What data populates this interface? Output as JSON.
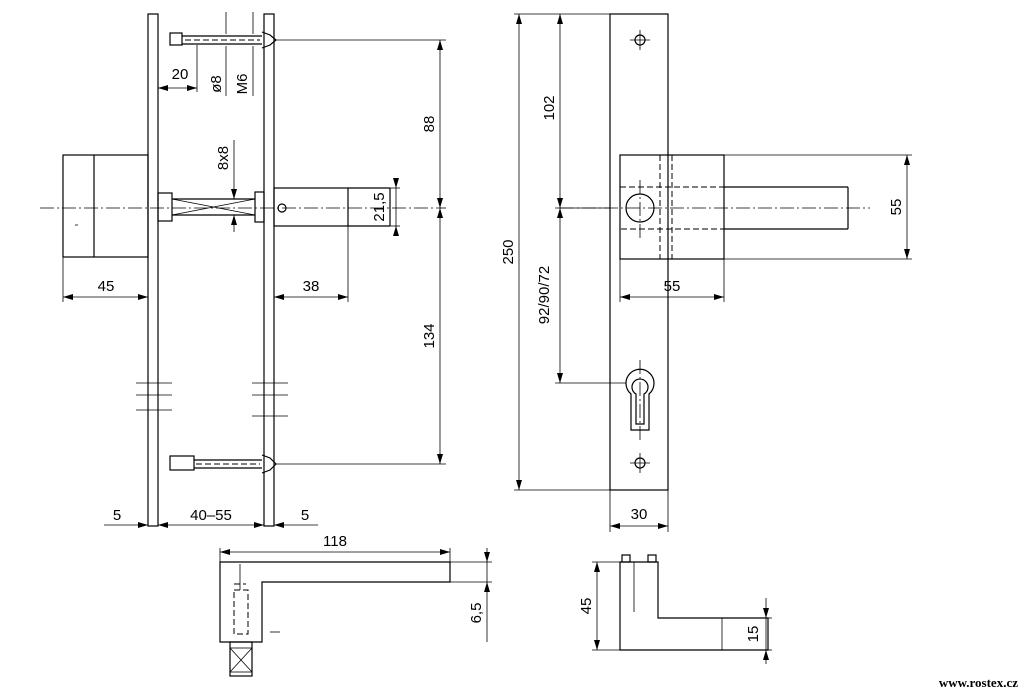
{
  "drawing": {
    "dimensions": {
      "screw_offset": "20",
      "screw_diameter": "ø8",
      "screw_thread": "M6",
      "spindle": "8x8",
      "upper_screw_distance": "88",
      "lower_screw_distance": "134",
      "rose_height": "21,5",
      "rose_depth": "38",
      "rear_projection": "45",
      "plate_thickness_left": "5",
      "door_thickness": "40–55",
      "plate_thickness_right": "5",
      "plate_height": "250",
      "top_to_handle": "102",
      "handle_to_cylinder": "92/90/72",
      "handle_height": "55",
      "handle_block_width": "55",
      "plate_width": "30",
      "lever_length": "118",
      "lever_thickness": "6,5",
      "handle_side_height": "45",
      "lever_side_thickness": "15"
    },
    "watermark": "www.rostex.cz"
  }
}
